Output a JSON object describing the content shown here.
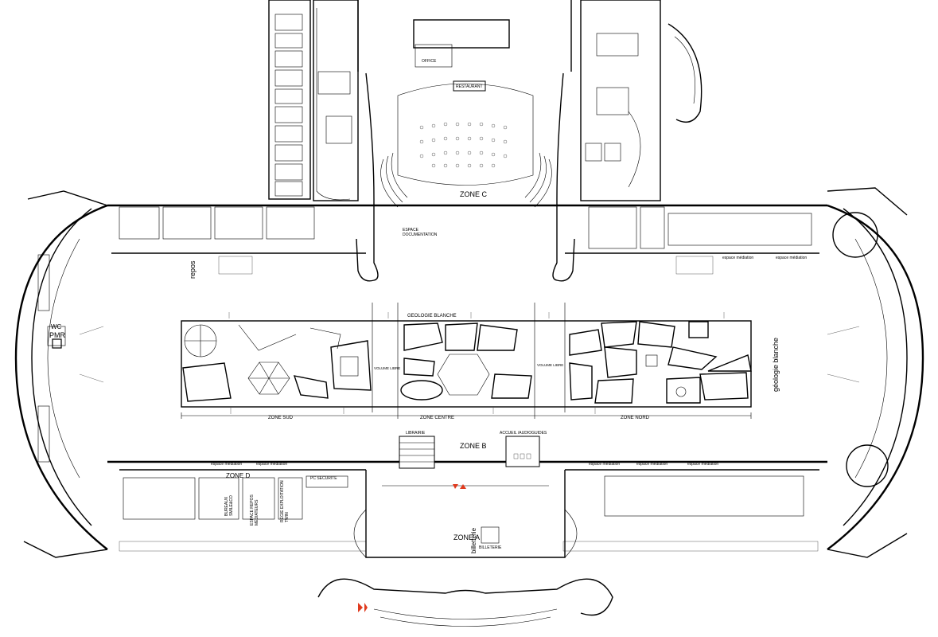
{
  "zones": {
    "a": "ZONE A",
    "b": "ZONE B",
    "c": "ZONE C",
    "d": "ZONE D",
    "sud": "ZONE SUD",
    "centre": "ZONE CENTRE",
    "nord": "ZONE NORD"
  },
  "labels": {
    "office": "OFFICE",
    "restaurant": "RESTAURANT",
    "espace_documentation_1": "ESPACE",
    "espace_documentation_2": "DOCUMENTATION",
    "repos": "repos",
    "wc": "WC",
    "pmr": "PMR",
    "geologie_blanche_top": "GEOLOGIE BLANCHE",
    "geologie_blanche_side": "géologie blanche",
    "volume_libre_1": "VOLUME LIBRE",
    "volume_libre_2": "VOLUME LIBRE",
    "librairie": "LIBRAIRIE",
    "accueil_audioguides": "ACCUEIL /AUDIOGUIDES",
    "pc_securite": "PC SECURITE",
    "billetterie": "billetterie",
    "billeterie_box": "BILLETERIE",
    "bureaux_1": "BUREAUX",
    "bureaux_2": "SMILE&CO",
    "espace_repos_1": "ESPACE REPOS",
    "espace_repos_2": "MÉDIATEURS",
    "regie_1": "RÉGIE EXPLOITATION",
    "regie_2": "TWIN",
    "mediation_top_1": "espace médiation",
    "mediation_top_2": "espace médiation",
    "mediation_low_1": "espace médiation",
    "mediation_low_2": "espace médiation",
    "mediation_low_3": "espace médiation",
    "mediation_low_4": "espace médiation",
    "mediation_low_5": "espace médiation"
  },
  "colors": {
    "marker": "#e03a1e",
    "ink": "#000000"
  },
  "icons": {
    "entrance_marker": "red-triangle-marker"
  }
}
